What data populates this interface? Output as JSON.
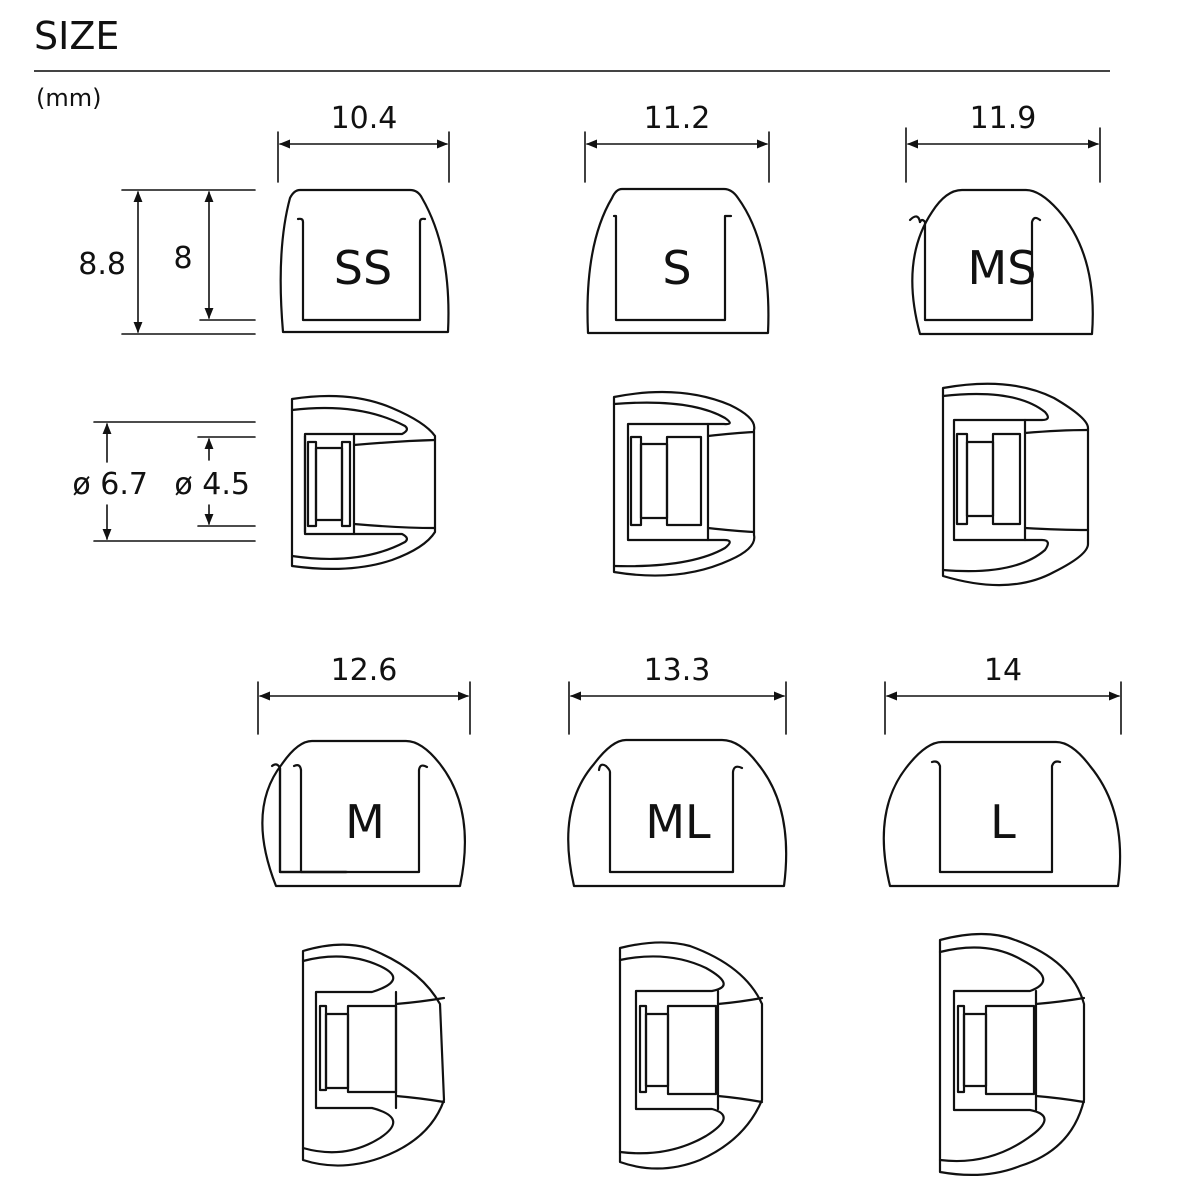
{
  "header": {
    "title": "SIZE",
    "unit": "(mm)"
  },
  "left_dims": {
    "outer_height": "8.8",
    "inner_height": "8",
    "outer_diameter": "ø 6.7",
    "inner_diameter": "ø 4.5"
  },
  "sizes": [
    {
      "label": "SS",
      "width": "10.4"
    },
    {
      "label": "S",
      "width": "11.2"
    },
    {
      "label": "MS",
      "width": "11.9"
    },
    {
      "label": "M",
      "width": "12.6"
    },
    {
      "label": "ML",
      "width": "13.3"
    },
    {
      "label": "L",
      "width": "14"
    }
  ],
  "colors": {
    "line": "#111111",
    "background": "#ffffff"
  }
}
